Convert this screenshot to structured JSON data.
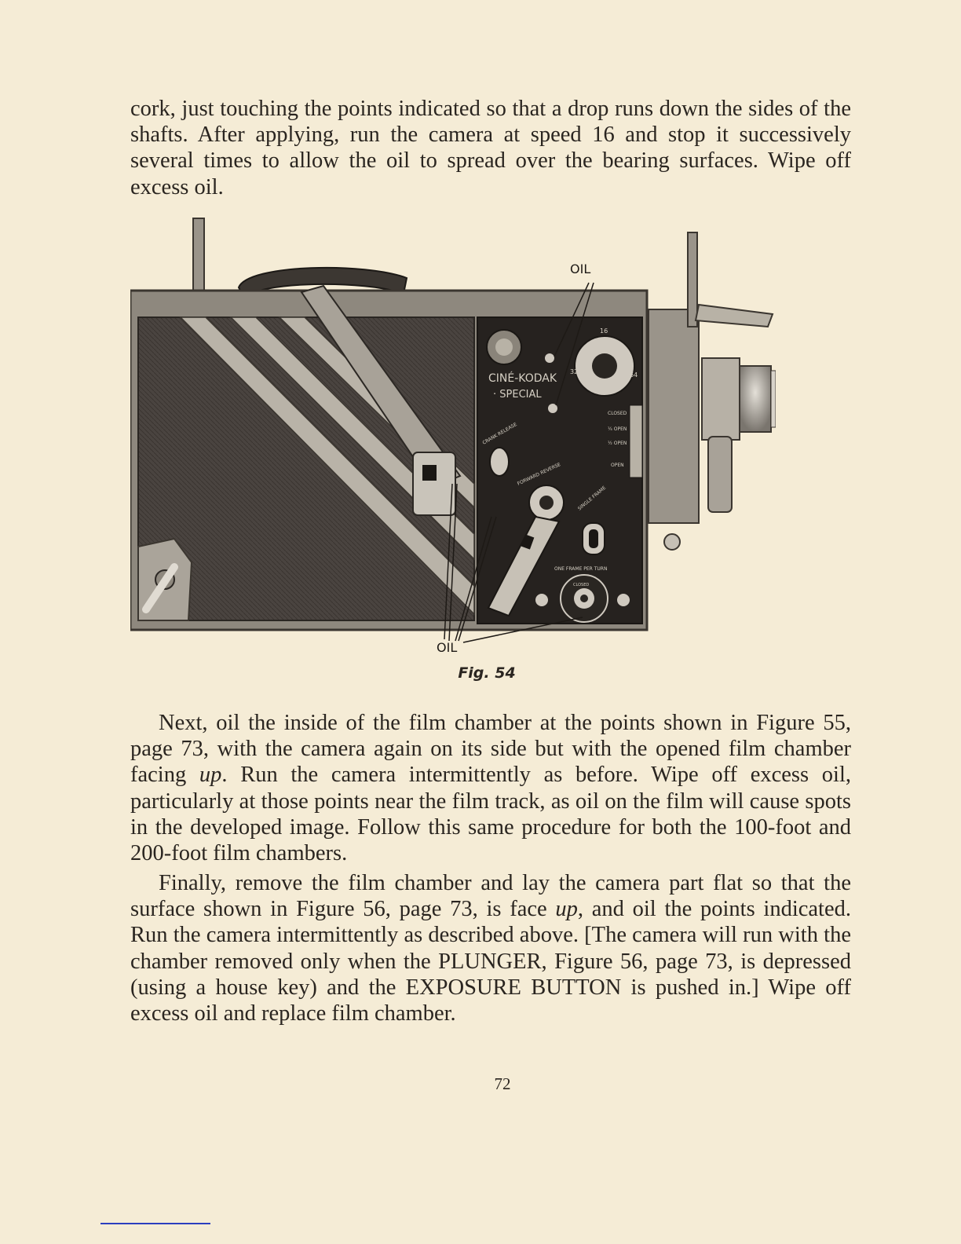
{
  "paragraphs": {
    "p1": "cork, just touching the points indicated so that a drop runs down the sides of the shafts. After applying, run the camera at speed 16 and stop it successively several times to allow the oil to spread over the bearing surfaces. Wipe off excess oil.",
    "p2_a": "Next, oil the inside of the film chamber at the points shown in Figure 55, page 73, with the camera again on its side but with the opened film chamber facing ",
    "p2_em": "up",
    "p2_b": ". Run the camera intermittently as before. Wipe off excess oil, particularly at those points near the film track, as oil on the film will cause spots in the developed image. Follow this same procedure for both the 100-foot and 200-foot film chambers.",
    "p3_a": "Finally, remove the film chamber and lay the camera part flat so that the surface shown in Figure 56, page 73, is face ",
    "p3_em": "up",
    "p3_b": ", and oil the points indicated. Run the camera intermittently as described above. [The camera will run with the chamber removed only when the PLUNGER, Figure 56, page 73, is depressed (using a house key) and the EXPOSURE BUTTON is pushed in.] Wipe off excess oil and replace film chamber."
  },
  "figure": {
    "caption": "Fig. 54",
    "callout_top": "OIL",
    "callout_bottom": "OIL",
    "camera_brand_line1": "CINÉ-KODAK",
    "camera_brand_line2": "· SPECIAL",
    "shutter_labels": [
      "CLOSED",
      "¼ OPEN",
      "½ OPEN",
      "OPEN"
    ],
    "control_labels": {
      "crank_release": "CRANK RELEASE",
      "forward_reverse": "FORWARD REVERSE",
      "single_frame": "SINGLE FRAME",
      "one_frame_per_turn": "ONE FRAME PER TURN",
      "closed": "CLOSED"
    },
    "speed_dial_labels": [
      "16",
      "32",
      "64"
    ]
  },
  "page_number": "72",
  "colors": {
    "paper": "#f5ecd6",
    "ink": "#2a2520",
    "edge_mark": "#2b3fbf"
  }
}
